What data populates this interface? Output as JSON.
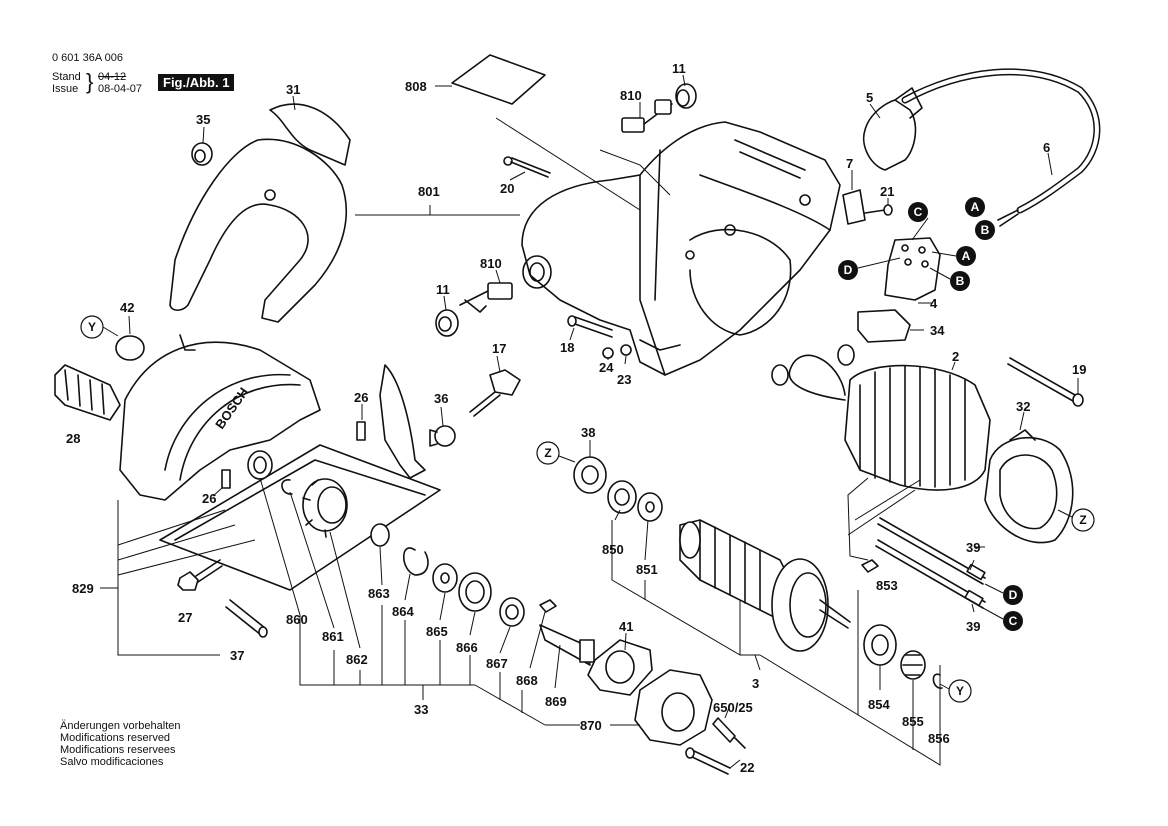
{
  "header": {
    "part_number": "0 601 36A 006",
    "stand_label": "Stand",
    "issue_label": "Issue",
    "stand_value": "04-12",
    "issue_value": "08-04-07",
    "figure": "Fig./Abb. 1"
  },
  "footer": [
    "Änderungen vorbehalten",
    "Modifications reserved",
    "Modifications reservees",
    "Salvo modificaciones"
  ],
  "part_labels": {
    "p808": "808",
    "p11a": "11",
    "p810a": "810",
    "p31": "31",
    "p35": "35",
    "p20": "20",
    "p801": "801",
    "p5": "5",
    "p6": "6",
    "p7": "7",
    "p21": "21",
    "p810b": "810",
    "p11b": "11",
    "p42": "42",
    "p18": "18",
    "p24": "24",
    "p23": "23",
    "p4": "4",
    "p34": "34",
    "p2": "2",
    "p19": "19",
    "p17": "17",
    "p26a": "26",
    "p36": "36",
    "p28": "28",
    "p32": "32",
    "p38": "38",
    "p26b": "26",
    "p850": "850",
    "p851": "851",
    "p39a": "39",
    "p853": "853",
    "p39b": "39",
    "p829": "829",
    "p27": "27",
    "p860": "860",
    "p861": "861",
    "p862": "862",
    "p863": "863",
    "p864": "864",
    "p865": "865",
    "p866": "866",
    "p867": "867",
    "p868": "868",
    "p869": "869",
    "p41": "41",
    "p3": "3",
    "p854": "854",
    "p855": "855",
    "p856": "856",
    "p37": "37",
    "p33": "33",
    "p870": "870",
    "p650": "650/25",
    "p22": "22"
  },
  "callouts": {
    "Y": "Y",
    "Z": "Z",
    "A": "A",
    "B": "B",
    "C": "C",
    "D": "D"
  },
  "brand_text": "BOSCH"
}
